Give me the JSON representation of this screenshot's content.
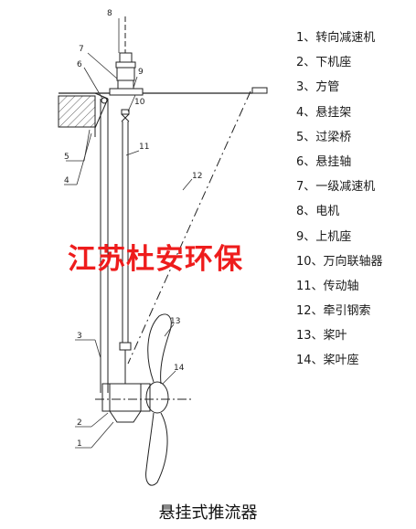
{
  "diagram": {
    "caption": "悬挂式推流器",
    "watermark": "江苏杜安环保",
    "callouts": [
      "1",
      "2",
      "3",
      "4",
      "5",
      "6",
      "7",
      "8",
      "9",
      "10",
      "11",
      "12",
      "13",
      "14"
    ],
    "legend": [
      "1、转向减速机",
      "2、下机座",
      "3、方管",
      "4、悬挂架",
      "5、过梁桥",
      "6、悬挂轴",
      "7、一级减速机",
      "8、电机",
      "9、上机座",
      "10、万向联轴器",
      "11、传动轴",
      "12、牵引钢索",
      "13、桨叶",
      "14、桨叶座"
    ]
  }
}
